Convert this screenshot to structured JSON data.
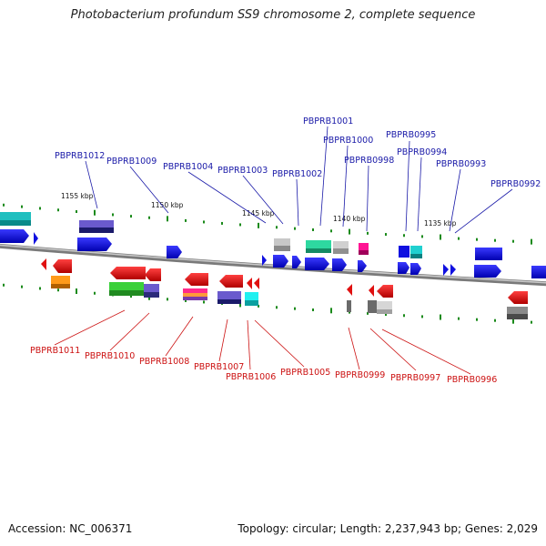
{
  "title": "Photobacterium profundum SS9 chromosome 2, complete sequence",
  "footer": {
    "accession": "Accession: NC_006371",
    "summary": "Topology: circular; Length: 2,237,943 bp; Genes: 2,029"
  },
  "scale_labels": [
    "1155 kbp",
    "1150 kbp",
    "1145 kbp",
    "1140 kbp",
    "1135 kbp"
  ],
  "forward_genes": [
    "PBPRB1012",
    "PBPRB1009",
    "PBPRB1004",
    "PBPRB1003",
    "PBPRB1002",
    "PBPRB1001",
    "PBPRB1000",
    "PBPRB0998",
    "PBPRB0995",
    "PBPRB0994",
    "PBPRB0993",
    "PBPRB0992"
  ],
  "reverse_genes": [
    "PBPRB1011",
    "PBPRB1010",
    "PBPRB1008",
    "PBPRB1007",
    "PBPRB1006",
    "PBPRB1005",
    "PBPRB0999",
    "PBPRB0997",
    "PBPRB0996"
  ],
  "colors": {
    "backbone": "#8a8a8a",
    "forward_gene": "#1010e0",
    "reverse_gene": "#e01010",
    "tick": "#1a8a1a",
    "forward_label": "#1a1aa8",
    "reverse_label": "#cc1111"
  }
}
